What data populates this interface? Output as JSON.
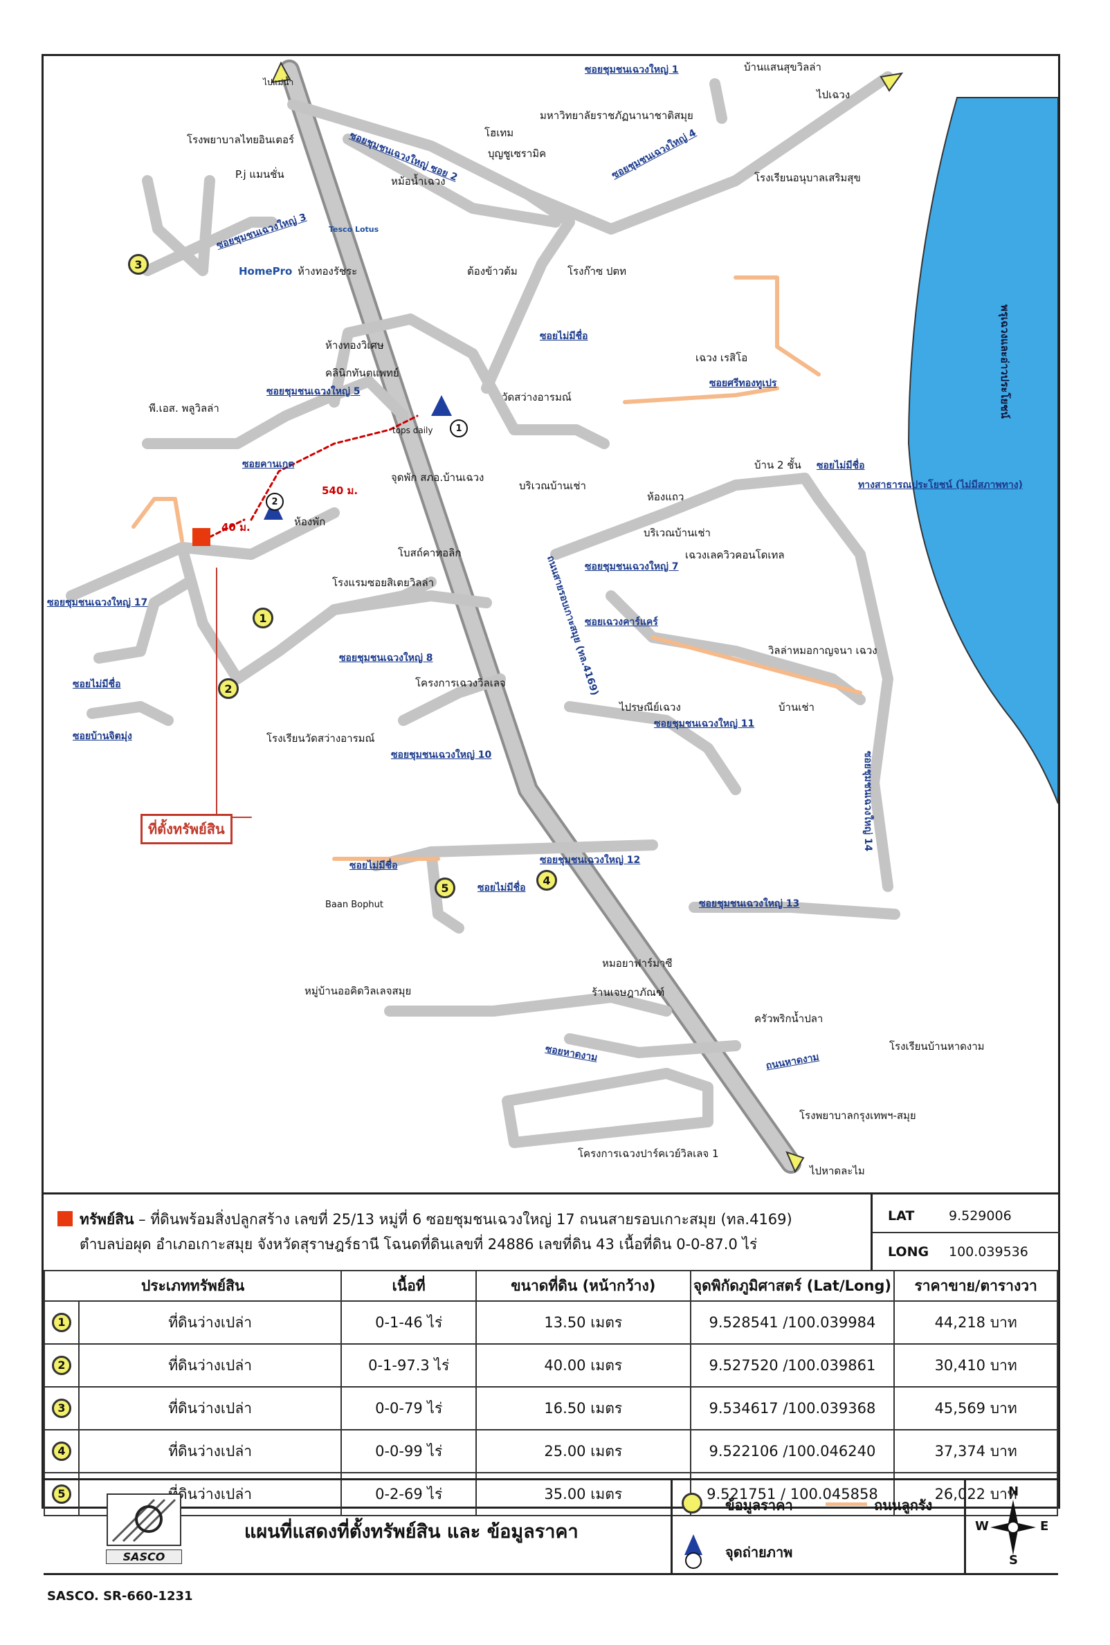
{
  "map": {
    "directions": {
      "north": "ไปแม่น้ำ",
      "east": "ไปเฉวง",
      "south": "ไปหาดละไม"
    },
    "sea_label": "พรุเฉวงและอ่าวประโยชน์",
    "labels": {
      "hospital_thai_inter": "โรงพยาบาลไทยอินเตอร์",
      "hotel": "โฮเทม",
      "boonchu": "บุญชูเซรามิค",
      "mahawittayalai": "มหาวิทยาลัยราชภัฏนานาชาติสมุย",
      "ban_saensuk": "บ้านแสนสุขวิลล่า",
      "pj": "P.j แมนชั่น",
      "moa_chaweng": "หม้อน้ำเฉวง",
      "school_anuban": "โรงเรียนอนุบาลเสริมสุข",
      "tesco": "Tesco Lotus",
      "homepro": "HomePro",
      "thongwat": "ห้างทองรัชระ",
      "tongkao": "ต้องข้าวต้ม",
      "rongkai": "โรงก๊าซ ปตท",
      "thongwisesh": "ห้างทองวิเศษ",
      "clinic": "คลินิกทันตแพทย์",
      "wat_sawang": "วัดสว่างอารมณ์",
      "chaweng_resort": "เฉวง เรสิโอ",
      "ps_villa": "พี.เอส. พลูวิลล่า",
      "tops": "tops daily",
      "photo_spot": "จุดพัก สภอ.บ้านเฉวง",
      "dist_540": "540 ม.",
      "dist_40": "40 ม.",
      "rooms": "ห้องพัก",
      "ban_chao_area": "บริเวณบ้านเช่า",
      "ban_2": "บ้าน 2 ชั้น",
      "pothai": "โบสถ์คาทอลิก",
      "hotel_samui": "โรงแรมซอยสิเตยวิลล่า",
      "chaweng_condo": "เฉวงเลควิวคอนโดเทล",
      "villa_chaweng": "วิลล่าหมอกาญจนา เฉวง",
      "project_chaweng": "โครงการเฉวงวิลเลจ",
      "post": "ไปรษณีย์เฉวง",
      "school_wat": "โรงเรียนวัดสว่างอารมณ์",
      "baan_bophut": "Baan Bophut",
      "pharmacy": "หมอยาฟาร์มาซี",
      "village": "หมู่บ้านออคิดวิลเลจสมุย",
      "shop": "ร้านเจษฎาภัณฑ์",
      "kruachili": "ครัวพริกน้ำปลา",
      "school_hat": "โรงเรียนบ้านหาดงาม",
      "hospital_bkk": "โรงพยาบาลกรุงเทพฯ-สมุย",
      "project_park": "โครงการเฉวงปาร์คเวย์วิลเลจ 1",
      "property_loc": "ที่ตั้งทรัพย์สิน",
      "ban_chao": "บ้านเช่า",
      "hong_thaeo": "ห้องแถว"
    },
    "roads": {
      "r1": "ซอยชุมชนเฉวงใหญ่ 1",
      "r2": "ซอยชุมชนเฉวงใหญ่ ซอย 2",
      "r3": "ซอยชุมชนเฉวงใหญ่ 3",
      "r4": "ซอยชุมชนเฉวงใหญ่ 4",
      "r5": "ซอยชุมชนเฉวงใหญ่ 5",
      "r7": "ซอยชุมชนเฉวงใหญ่ 7",
      "r8": "ซอยชุมชนเฉวงใหญ่ 8",
      "r10": "ซอยชุมชนเฉวงใหญ่ 10",
      "r11": "ซอยชุมชนเฉวงใหญ่ 11",
      "r12": "ซอยชุมชนเฉวงใหญ่ 12",
      "r13": "ซอยชุมชนเฉวงใหญ่ 13",
      "r14": "ซอยชุมชนเฉวงใหญ่ 14",
      "r17": "ซอยชุมชนเฉวงใหญ่ 17",
      "noname": "ซอยไม่มีชื่อ",
      "banchittung": "ซอยบ้านจิตมุ่ง",
      "chawengcare": "ซอยเฉวงคาร์แคร์",
      "chawengsri": "ซอยศรีทองทูเปร",
      "hatngam": "ซอยหาดงาม",
      "hatngam2": "ถนนหาดงาม",
      "main_road": "ถนนสายรอบเกาะสมุย (ทล.4169)",
      "public_way": "ทางสาธารณประโยชน์ (ไม่มีสภาพทาง)",
      "soikantwet": "ซอยคานเกต"
    }
  },
  "property": {
    "title": "ทรัพย์สิน",
    "line1": " – ที่ดินพร้อมสิ่งปลูกสร้าง เลขที่ 25/13 หมู่ที่ 6 ซอยชุมชนเฉวงใหญ่ 17 ถนนสายรอบเกาะสมุย (ทล.4169)",
    "line2": "ตำบลบ่อผุด อำเภอเกาะสมุย จังหวัดสุราษฎร์ธานี โฉนดที่ดินเลขที่ 24886 เลขที่ดิน 43 เนื้อที่ดิน 0-0-87.0 ไร่",
    "lat_label": "LAT",
    "lat": "9.529006",
    "long_label": "LONG",
    "long": "100.039536"
  },
  "table": {
    "headers": [
      "ประเภททรัพย์สิน",
      "เนื้อที่",
      "ขนาดที่ดิน (หน้ากว้าง)",
      "จุดพิกัดภูมิศาสตร์ (Lat/Long)",
      "ราคาขาย/ตารางวา"
    ],
    "rows": [
      {
        "no": "1",
        "type": "ที่ดินว่างเปล่า",
        "area": "0-1-46 ไร่",
        "width": "13.50 เมตร",
        "coords": "9.528541 /100.039984",
        "price": "44,218 บาท"
      },
      {
        "no": "2",
        "type": "ที่ดินว่างเปล่า",
        "area": "0-1-97.3 ไร่",
        "width": "40.00 เมตร",
        "coords": "9.527520 /100.039861",
        "price": "30,410 บาท"
      },
      {
        "no": "3",
        "type": "ที่ดินว่างเปล่า",
        "area": "0-0-79 ไร่",
        "width": "16.50 เมตร",
        "coords": "9.534617 /100.039368",
        "price": "45,569 บาท"
      },
      {
        "no": "4",
        "type": "ที่ดินว่างเปล่า",
        "area": "0-0-99 ไร่",
        "width": "25.00 เมตร",
        "coords": "9.522106 /100.046240",
        "price": "37,374 บาท"
      },
      {
        "no": "5",
        "type": "ที่ดินว่างเปล่า",
        "area": "0-2-69 ไร่",
        "width": "35.00 เมตร",
        "coords": "9.521751 / 100.045858",
        "price": "26,022 บาท"
      }
    ]
  },
  "legend": {
    "logo": "SASCO",
    "title": "แผนที่แสดงที่ตั้งทรัพย์สิน และ ข้อมูลราคา",
    "price_info": "ข้อมูลราคา",
    "dirt_road": "ถนนลูกรัง",
    "photo_point": "จุดถ่ายภาพ",
    "compass": {
      "n": "N",
      "s": "S",
      "e": "E",
      "w": "W"
    }
  },
  "code": "SASCO. SR-660-1231",
  "colors": {
    "road": "#c4c4c4",
    "main_road": "#b3b3b3",
    "sea": "#3fa9e6",
    "dirt_road": "#f5b98a",
    "pin": "#f3f06a",
    "property": "#e8380d",
    "road_label": "#1b3a8c"
  }
}
